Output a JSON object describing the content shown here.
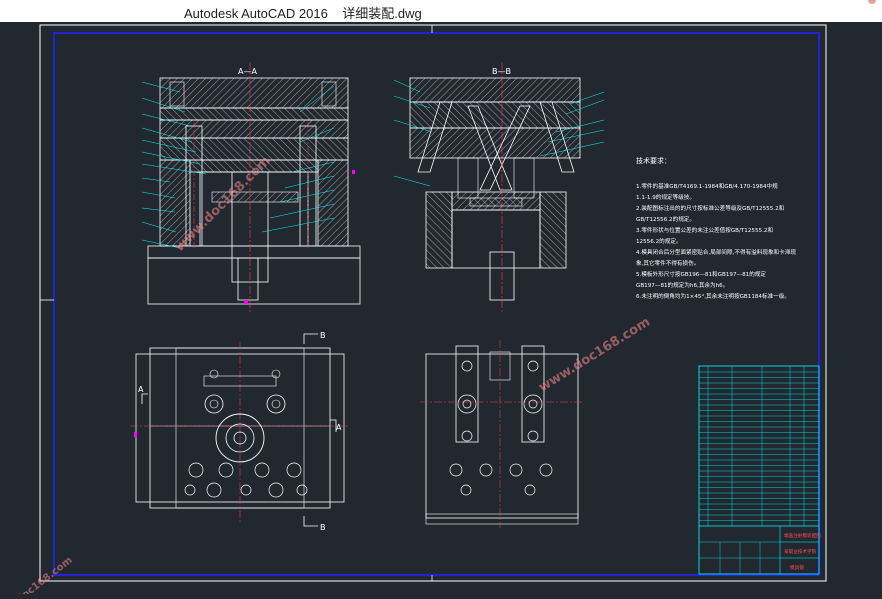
{
  "window": {
    "app_name": "Autodesk AutoCAD 2016",
    "file_name": "详细装配.dwg"
  },
  "drawing": {
    "section_labels": {
      "aa": "A—A",
      "bb": "B—B",
      "arrow_b_top": "B",
      "arrow_b_bottom": "B",
      "arrow_a_left": "A",
      "arrow_a_right": "A"
    },
    "tech_requirements": {
      "heading": "技术要求：",
      "lines": [
        "1.零件的基准GB/T4169.1-1984和GB/4.170-1984中规",
        "1.1-1.9的规定等级技。",
        "2.装配图标注出的的尺寸按标准公差等级及GB/T12555.2和",
        "GB/T12556.2的规定。",
        "3.零件形状与位置公差的未注公差值按GB/T12555.2和",
        "12556.2的规定。",
        "4.模具闭合后分型面紧密贴合,局部间隙,不得有溢料现象和卡滞现",
        "象,其它零件不得有损伤。",
        "5.模板外形尺寸按GB196—81和GB197—81的规定",
        "GB197—81的规定为h6,其余为h6。",
        "6.未注明的倒角均为1×45°,其余未注明按GB1184标准一级。"
      ]
    },
    "title_block": {
      "drawing_name": "端盖注射模装配图",
      "school_name": "某职业技术学院",
      "material": "模具钢"
    },
    "watermark": "www.doc168.com",
    "colors": {
      "background": "#212830",
      "frame": "#ffffff",
      "inner_frame": "#2323d0",
      "outline": "#ffffff",
      "hatch": "#ffffff",
      "leader": "#00ffff",
      "centerline": "#ff4040",
      "title_block": "#00ffff",
      "watermark": "#ff7a7a"
    }
  }
}
